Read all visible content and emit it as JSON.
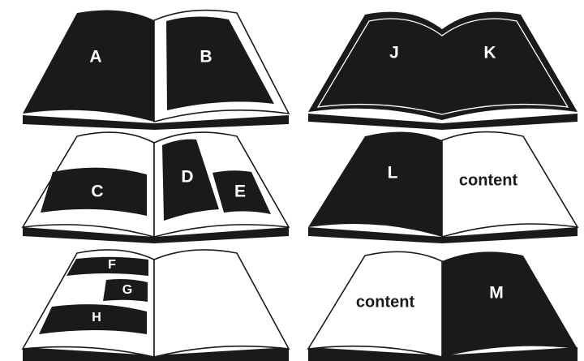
{
  "labels": {
    "A": "A",
    "B": "B",
    "C": "C",
    "D": "D",
    "E": "E",
    "F": "F",
    "G": "G",
    "H": "H",
    "J": "J",
    "K": "K",
    "L": "L",
    "M": "M",
    "content_right": "content",
    "content_left": "content"
  },
  "colors": {
    "ink": "#1a1a1a",
    "paper": "#ffffff"
  }
}
